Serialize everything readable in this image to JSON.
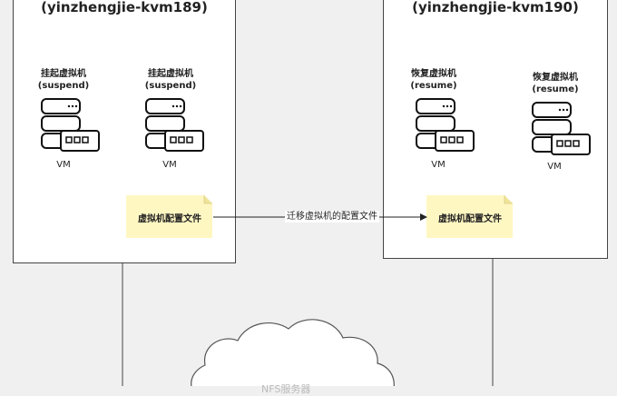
{
  "hosts": [
    {
      "title": "(yinzhengjie-kvm189)"
    },
    {
      "title": "(yinzhengjie-kvm190)"
    }
  ],
  "vms": [
    {
      "line1": "挂起虚拟机",
      "line2": "(suspend)",
      "caption": "VM"
    },
    {
      "line1": "挂起虚拟机",
      "line2": "(suspend)",
      "caption": "VM"
    },
    {
      "line1": "恢复虚拟机",
      "line2": "(resume)",
      "caption": "VM"
    },
    {
      "line1": "恢复虚拟机",
      "line2": "(resume)",
      "caption": "VM"
    }
  ],
  "notes": [
    {
      "text": "虚拟机配置文件"
    },
    {
      "text": "虚拟机配置文件"
    }
  ],
  "edge": {
    "label": "迁移虚拟机的配置文件"
  },
  "cloud": {
    "text": "NFS服务器"
  },
  "colors": {
    "background": "#f0f0f0",
    "host_fill": "#ffffff",
    "note_fill": "#fff7c2",
    "stroke": "#444444"
  }
}
